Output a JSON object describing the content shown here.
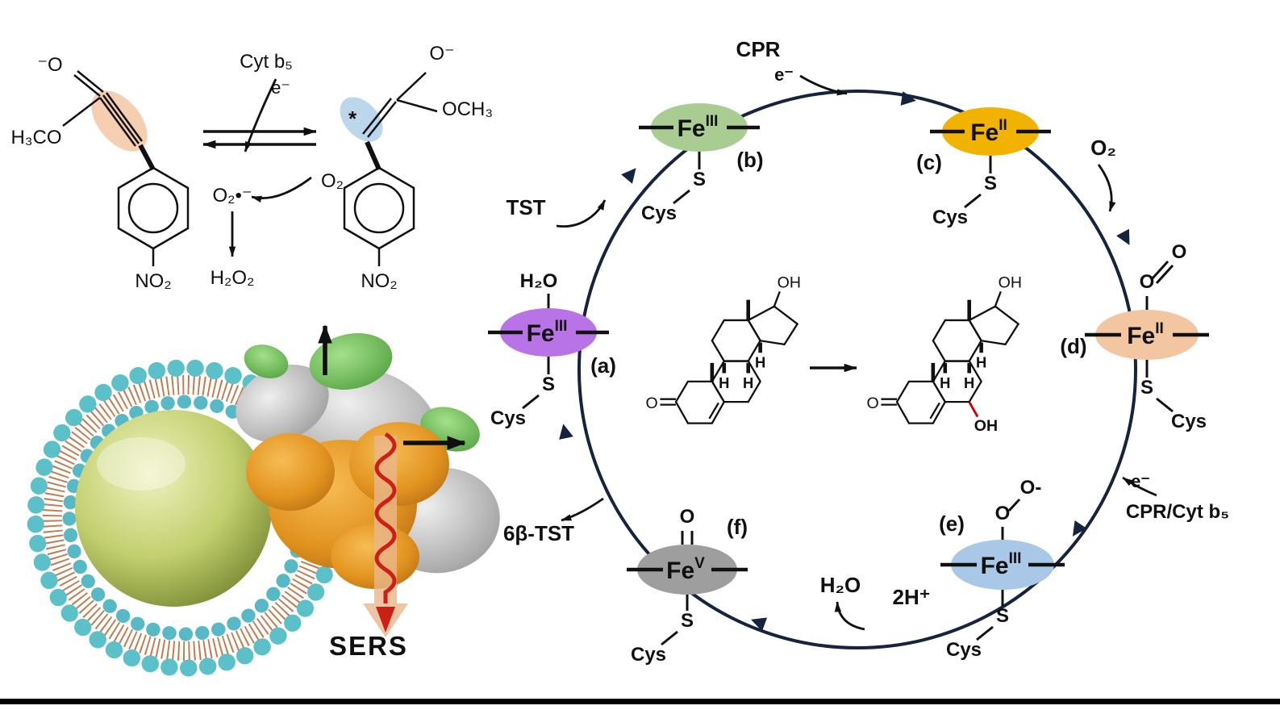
{
  "scheme": {
    "reactant": {
      "carboxylate_o": "⁻O",
      "methoxy": "H₃CO",
      "nitro": "NO₂"
    },
    "mediators": {
      "cyt_b5": "Cyt b₅",
      "electron": "e⁻",
      "o2": "O₂",
      "superoxide": "O₂•⁻",
      "peroxide": "H₂O₂"
    },
    "product": {
      "enolate_o": "O⁻",
      "methoxy": "OCH₃",
      "star": "*",
      "nitro": "NO₂"
    },
    "alkyne_highlight": "#f6cfb2",
    "vinyl_highlight": "#bcd7ec"
  },
  "nano": {
    "sers_label": "SERS",
    "sers_color": "#cc1f16"
  },
  "cycle": {
    "labels": {
      "substrate_in": "TST",
      "cpr": "CPR",
      "cpr_electron": "e⁻",
      "o2": "O₂",
      "electron": "e⁻",
      "cpr_cyt_b5": "CPR/Cyt b₅",
      "water": "H₂O",
      "protons": "2H⁺",
      "product_out": "6β-TST"
    },
    "intermediates": [
      {
        "id": "a",
        "tag": "(a)",
        "fe": "Fe",
        "ox": "III",
        "s": "S",
        "cys": "Cys",
        "h2o": "H₂O",
        "color": "#b873e6"
      },
      {
        "id": "b",
        "tag": "(b)",
        "fe": "Fe",
        "ox": "III",
        "s": "S",
        "cys": "Cys",
        "color": "#a8cc92"
      },
      {
        "id": "c",
        "tag": "(c)",
        "fe": "Fe",
        "ox": "II",
        "s": "S",
        "cys": "Cys",
        "color": "#f2b200"
      },
      {
        "id": "d",
        "tag": "(d)",
        "fe": "Fe",
        "ox": "II",
        "s": "S",
        "cys": "Cys",
        "o_proximal": "O",
        "o_distal": "O",
        "color": "#f2c6a0"
      },
      {
        "id": "e",
        "tag": "(e)",
        "fe": "Fe",
        "ox": "III",
        "s": "S",
        "cys": "Cys",
        "o_proximal": "O",
        "o_distal": "O-",
        "color": "#a9c7e6"
      },
      {
        "id": "f",
        "tag": "(f)",
        "fe": "Fe",
        "ox": "V",
        "s": "S",
        "cys": "Cys",
        "oxo": "O",
        "color": "#9e9e9e"
      }
    ],
    "steroids": {
      "hydroxyl": "OH",
      "ketone_o": "O",
      "stereo_h": "H",
      "new_hydroxyl": "OH",
      "new_hydroxyl_color": "#cc0000"
    }
  }
}
